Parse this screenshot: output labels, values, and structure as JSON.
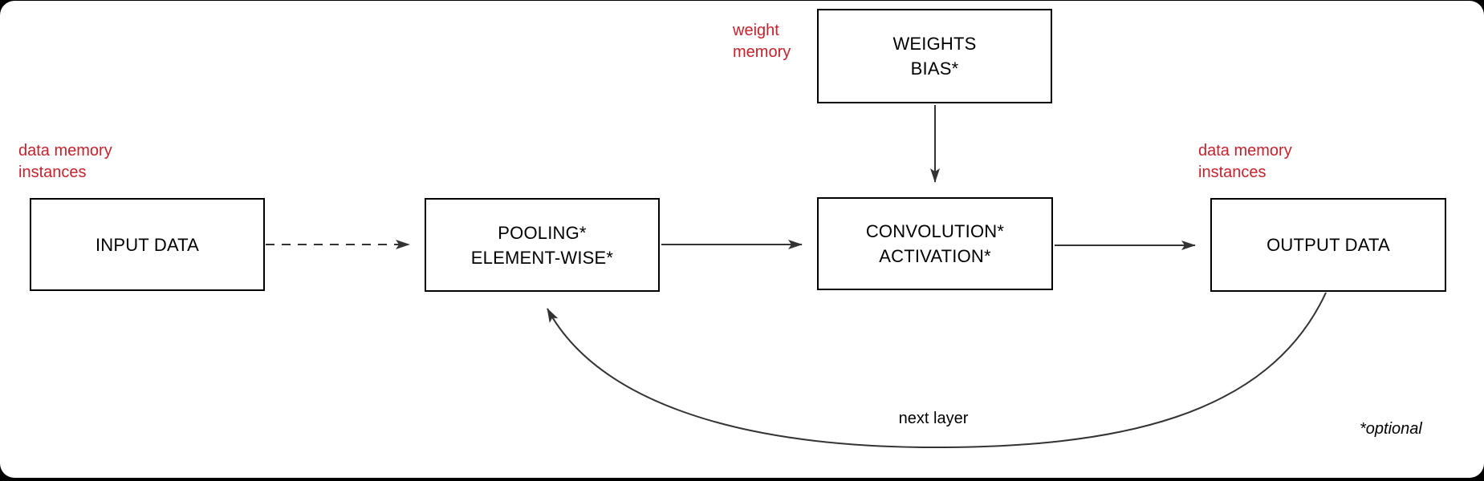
{
  "diagram": {
    "type": "flowchart",
    "description": "CNN accelerator layer dataflow diagram",
    "colors": {
      "background": "#000000",
      "canvas": "#ffffff",
      "box_border": "#000000",
      "box_text": "#000000",
      "arrow": "#333333",
      "annotation": "#c4222c"
    },
    "nodes": {
      "weights": {
        "lines": [
          "WEIGHTS",
          "BIAS*"
        ]
      },
      "input": {
        "lines": [
          "INPUT DATA"
        ]
      },
      "pooling": {
        "lines": [
          "POOLING*",
          "ELEMENT-WISE*"
        ]
      },
      "convolution": {
        "lines": [
          "CONVOLUTION*",
          "ACTIVATION*"
        ]
      },
      "output": {
        "lines": [
          "OUTPUT DATA"
        ]
      }
    },
    "annotations": {
      "weight_memory": {
        "lines": [
          "weight",
          "memory"
        ]
      },
      "data_memory_left": {
        "lines": [
          "data memory",
          "instances"
        ]
      },
      "data_memory_right": {
        "lines": [
          "data memory",
          "instances"
        ]
      }
    },
    "edges": [
      {
        "from": "input",
        "to": "pooling",
        "style": "dashed",
        "label": ""
      },
      {
        "from": "pooling",
        "to": "convolution",
        "style": "solid",
        "label": ""
      },
      {
        "from": "weights",
        "to": "convolution",
        "style": "solid",
        "label": ""
      },
      {
        "from": "convolution",
        "to": "output",
        "style": "solid",
        "label": ""
      },
      {
        "from": "output",
        "to": "pooling",
        "style": "curved",
        "label": "next layer"
      }
    ],
    "labels": {
      "next_layer": "next layer",
      "optional_note": "*optional"
    }
  }
}
